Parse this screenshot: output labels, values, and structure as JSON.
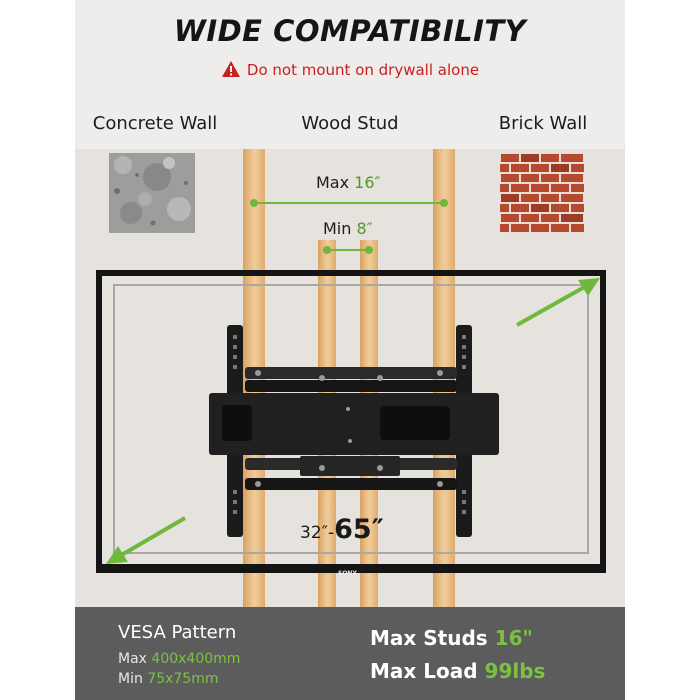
{
  "header": {
    "title": "WIDE COMPATIBILITY",
    "warning": "Do not mount on drywall alone"
  },
  "walls": [
    {
      "label": "Concrete Wall"
    },
    {
      "label": "Wood Stud"
    },
    {
      "label": "Brick Wall"
    }
  ],
  "stud_spacing": {
    "max_label": "Max",
    "max_value": "16″",
    "min_label": "Min",
    "min_value": "8″"
  },
  "tv": {
    "size_min": "32″-",
    "size_max": "65″",
    "brand": "SONY"
  },
  "specs": {
    "vesa_title": "VESA Pattern",
    "vesa_max_label": "Max",
    "vesa_max_value": "400x400mm",
    "vesa_min_label": "Min",
    "vesa_min_value": "75x75mm",
    "max_studs_label": "Max Studs",
    "max_studs_value": "16\"",
    "max_load_label": "Max Load",
    "max_load_value": "99lbs"
  },
  "colors": {
    "accent_green": "#7cc242",
    "warning_red": "#c8201f",
    "stud_wood": "#e8b978",
    "bottom_bar": "#5c5c5c"
  },
  "icons": [
    "warning-icon",
    "arrow-icon"
  ]
}
